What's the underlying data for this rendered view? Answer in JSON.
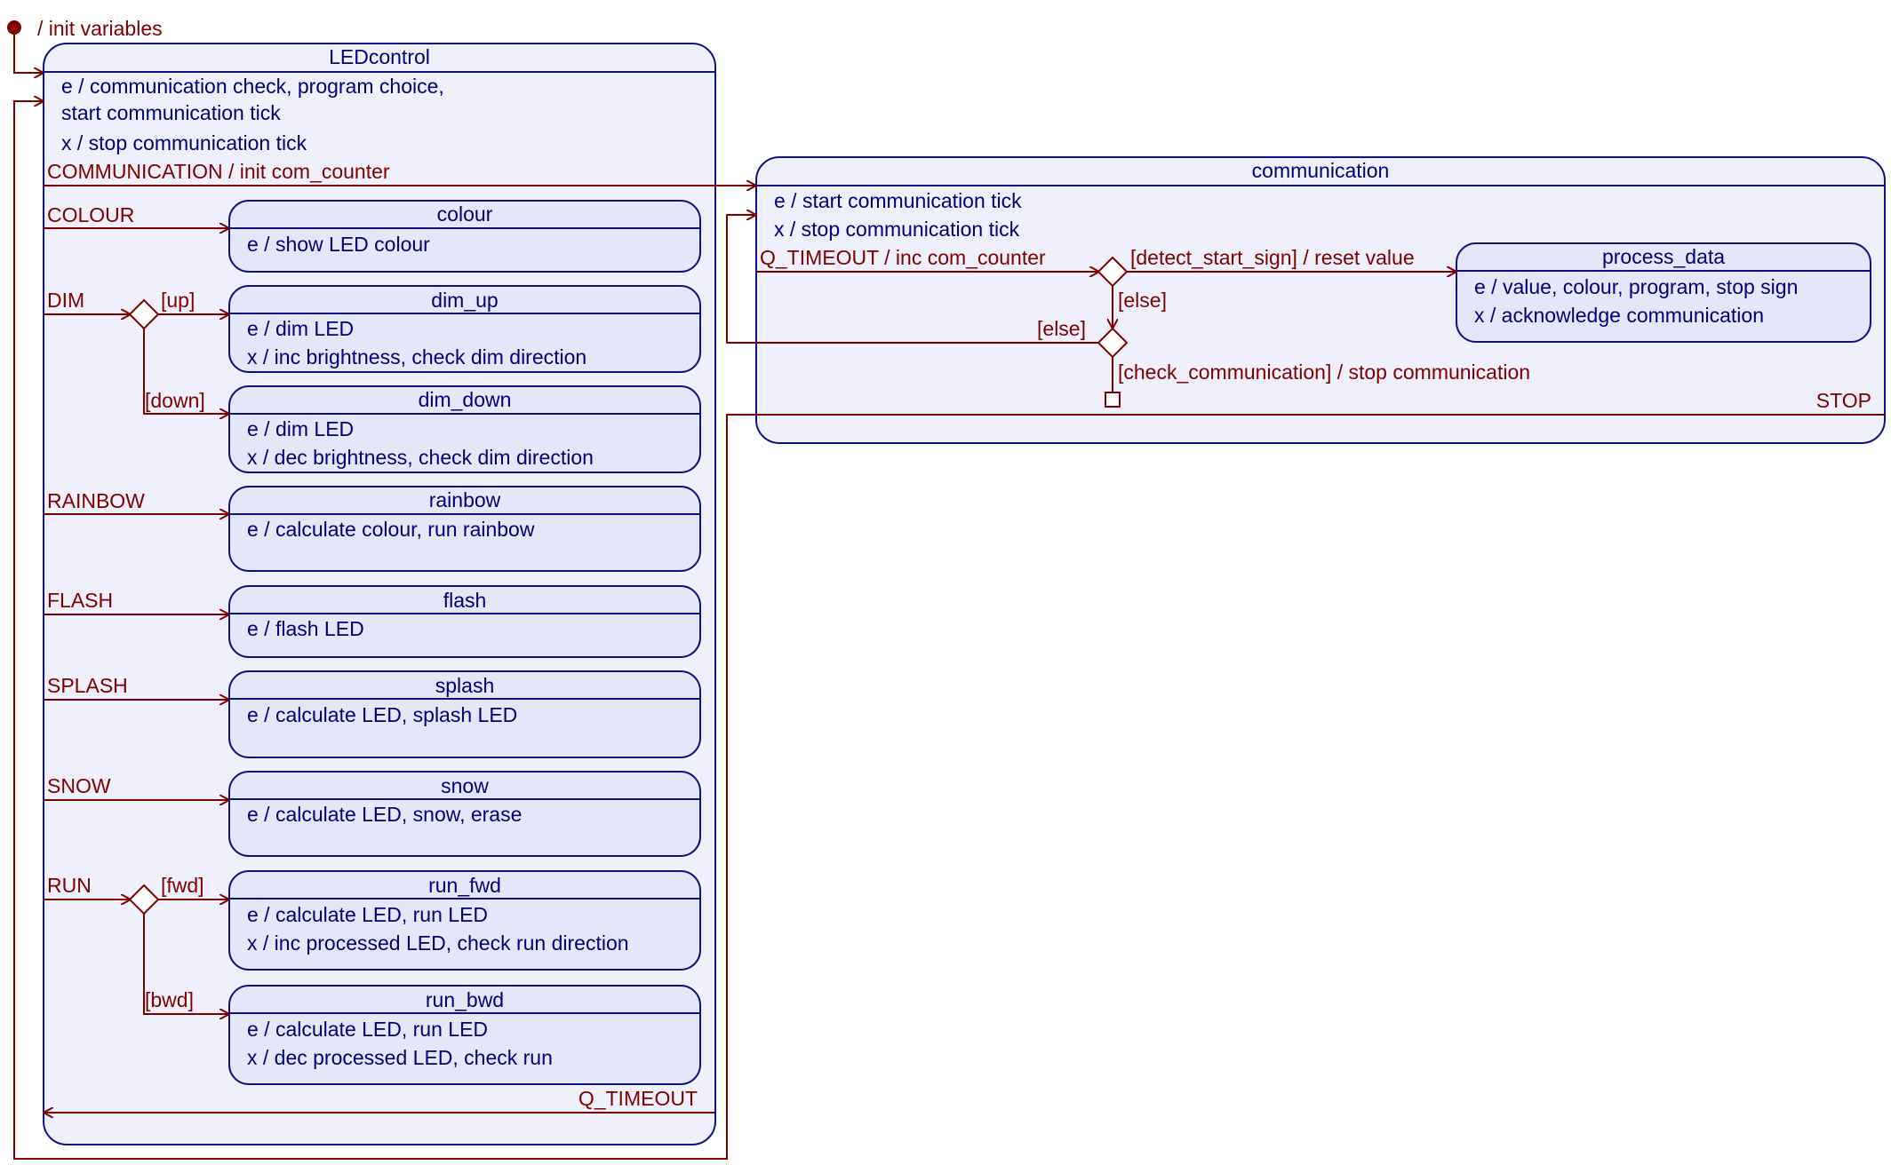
{
  "initial": {
    "label": "/ init variables"
  },
  "led_control": {
    "name": "LEDcontrol",
    "actions": [
      "e / communication check, program choice,",
      "start communication tick",
      "x / stop communication tick"
    ]
  },
  "communication": {
    "name": "communication",
    "actions": [
      "e / start communication tick",
      "x / stop communication tick"
    ]
  },
  "process_data": {
    "name": "process_data",
    "actions": [
      "e / value, colour, program, stop sign",
      "x / acknowledge communication"
    ]
  },
  "substates": [
    {
      "name": "colour",
      "actions": [
        "e / show LED colour"
      ]
    },
    {
      "name": "dim_up",
      "actions": [
        "e / dim LED",
        "x / inc brightness, check dim direction"
      ]
    },
    {
      "name": "dim_down",
      "actions": [
        "e / dim LED",
        "x / dec brightness, check dim direction"
      ]
    },
    {
      "name": "rainbow",
      "actions": [
        "e / calculate colour, run rainbow"
      ]
    },
    {
      "name": "flash",
      "actions": [
        "e / flash LED"
      ]
    },
    {
      "name": "splash",
      "actions": [
        "e / calculate LED, splash LED"
      ]
    },
    {
      "name": "snow",
      "actions": [
        "e / calculate LED, snow, erase"
      ]
    },
    {
      "name": "run_fwd",
      "actions": [
        "e / calculate LED, run LED",
        "x / inc processed LED, check run direction"
      ]
    },
    {
      "name": "run_bwd",
      "actions": [
        "e / calculate LED, run LED",
        "x / dec processed LED, check run"
      ]
    }
  ],
  "transitions": {
    "communication": "COMMUNICATION / init com_counter",
    "colour": "COLOUR",
    "dim": "DIM",
    "up": "[up]",
    "down": "[down]",
    "rainbow": "RAINBOW",
    "flash": "FLASH",
    "splash": "SPLASH",
    "snow": "SNOW",
    "run": "RUN",
    "fwd": "[fwd]",
    "bwd": "[bwd]",
    "q_timeout_led": "Q_TIMEOUT",
    "q_timeout_comm": "Q_TIMEOUT / inc com_counter",
    "detect": "[detect_start_sign] / reset value",
    "else1": "[else]",
    "else2": "[else]",
    "check": "[check_communication] / stop communication",
    "stop": "STOP"
  },
  "colors": {
    "state_text": "#00007a",
    "transition": "#800000",
    "outer_fill": "#f0f0fc",
    "inner_fill": "#e6e6fa",
    "border": "#10108a"
  }
}
